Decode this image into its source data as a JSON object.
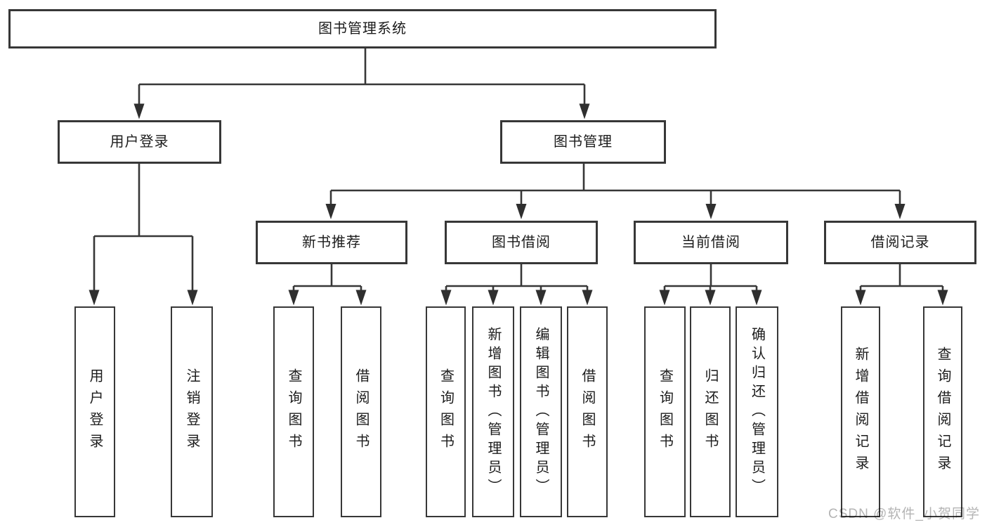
{
  "diagram": {
    "root": "图书管理系统",
    "user_branch": {
      "label": "用户登录",
      "children": [
        "用户登录",
        "注销登录"
      ]
    },
    "book_branch": {
      "label": "图书管理",
      "groups": [
        {
          "label": "新书推荐",
          "children": [
            "查询图书",
            "借阅图书"
          ]
        },
        {
          "label": "图书借阅",
          "children": [
            "查询图书",
            "新增图书（管理员）",
            "编辑图书（管理员）",
            "借阅图书"
          ]
        },
        {
          "label": "当前借阅",
          "children": [
            "查询图书",
            "归还图书",
            "确认归还（管理员）"
          ]
        },
        {
          "label": "借阅记录",
          "children": [
            "新增借阅记录",
            "查询借阅记录"
          ]
        }
      ]
    }
  },
  "watermark": {
    "text": "CSDN @软件_小贺同学",
    "color": "#b4b4b4"
  },
  "colors": {
    "line": "#373737",
    "box_border": "#373737",
    "text": "#1c1c1c",
    "background": "#ffffff"
  }
}
